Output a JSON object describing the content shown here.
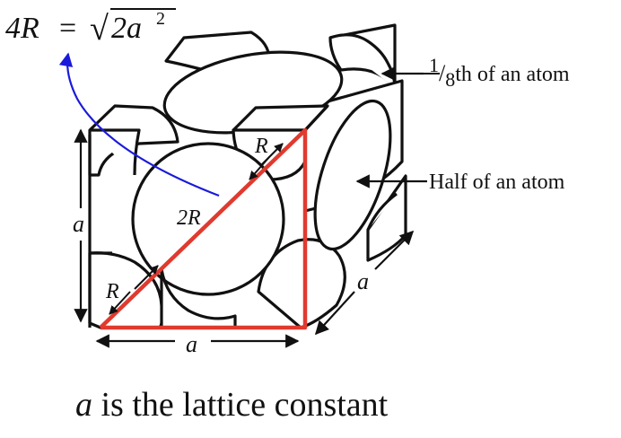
{
  "diagram": {
    "formula": {
      "lhs": "4R",
      "equals": "=",
      "sqrt_sign": "√",
      "radicand": "2a",
      "exponent": "2"
    },
    "labels": {
      "radius_upper": "R",
      "radius_lower": "R",
      "diameter": "2R",
      "edge_left": "a",
      "edge_bottom": "a",
      "edge_depth": "a"
    },
    "callouts": {
      "eighth_num": "1",
      "eighth_slash": "/",
      "eighth_den": "8",
      "eighth_rest": "th of an atom",
      "half": "Half of an atom"
    },
    "caption": {
      "symbol": "a",
      "rest": " is the lattice constant"
    },
    "colors": {
      "triangle": "#e03a2f",
      "pointer": "#1a1adb",
      "ink": "#111111"
    }
  }
}
